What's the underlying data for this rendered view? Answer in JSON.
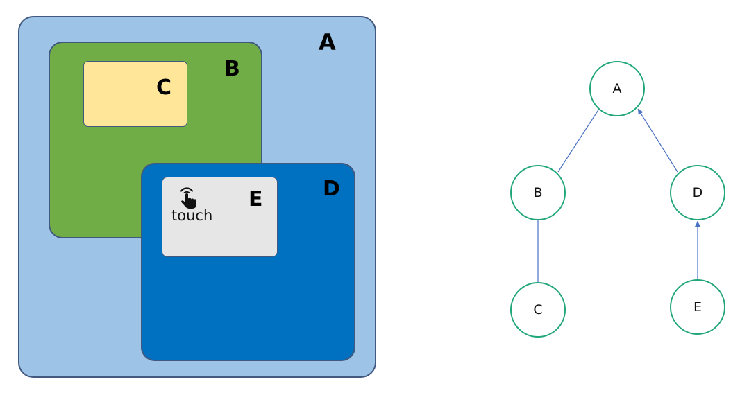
{
  "colors": {
    "box_a": "#9dc3e6",
    "box_b": "#70ad47",
    "box_c": "#ffe699",
    "box_d": "#0070c0",
    "box_e": "#e7e6e6",
    "box_border": "#41587f",
    "node_stroke": "#21a67a",
    "edge": "#4a72c4"
  },
  "nested_boxes": {
    "a_label": "A",
    "b_label": "B",
    "c_label": "C",
    "d_label": "D",
    "e_label": "E",
    "touch_icon": "hand-pointer-icon",
    "touch_label": "touch"
  },
  "tree": {
    "nodes": {
      "a": "A",
      "b": "B",
      "c": "C",
      "d": "D",
      "e": "E"
    },
    "edges": [
      {
        "from": "B",
        "to": "A",
        "arrow": false
      },
      {
        "from": "C",
        "to": "B",
        "arrow": false
      },
      {
        "from": "D",
        "to": "A",
        "arrow": true
      },
      {
        "from": "E",
        "to": "D",
        "arrow": true
      }
    ]
  }
}
